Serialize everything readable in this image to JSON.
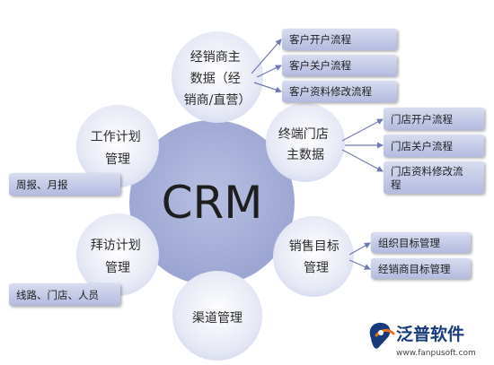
{
  "center": {
    "label": "CRM"
  },
  "nodes": {
    "distributor": {
      "lines": [
        "经销商主",
        "数据（经",
        "销商/直营）"
      ]
    },
    "terminal": {
      "lines": [
        "终端门店",
        "主数据"
      ]
    },
    "sales_target": {
      "lines": [
        "销售目标",
        "管理"
      ]
    },
    "channel": {
      "lines": [
        "渠道管理"
      ]
    },
    "visit_plan": {
      "lines": [
        "拜访计划",
        "管理"
      ]
    },
    "work_plan": {
      "lines": [
        "工作计划",
        "管理"
      ]
    }
  },
  "boxes": {
    "customer_open": "客户开户流程",
    "customer_close": "客户关户流程",
    "customer_modify": "客户资料修改流程",
    "store_open": "门店开户流程",
    "store_close": "门店关户流程",
    "store_modify_line1": "门店资料修改流",
    "store_modify_line2": "程",
    "org_target": "组织目标管理",
    "distributor_target": "经销商目标管理",
    "weekly_monthly": "周报、月报",
    "route_store_staff": "线路、门店、人员"
  },
  "logo": {
    "name": "泛普软件",
    "url": "www.fanpusoft.com"
  },
  "colors": {
    "center_fill": "#a8b1d8",
    "node_fill": "#e4e7f4",
    "box_fill": "#c3c9e6",
    "arrow": "#6f78b3",
    "logo_blue": "#173b7a",
    "logo_orange": "#e8731c"
  }
}
